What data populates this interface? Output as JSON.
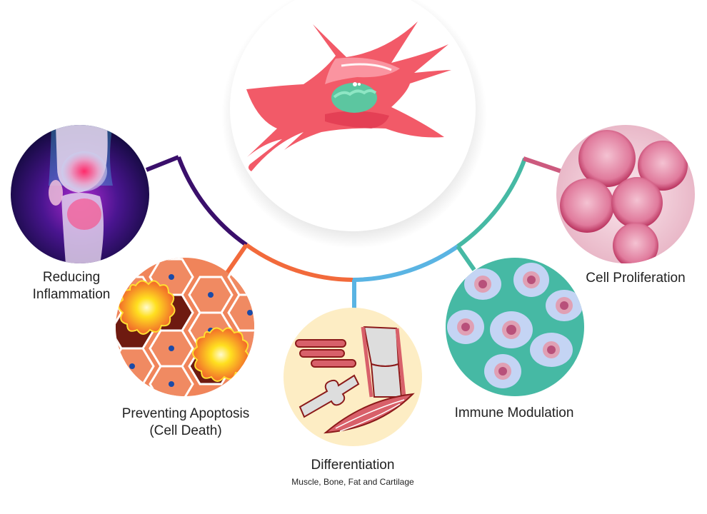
{
  "title": "Stem Cell Functions",
  "center": {
    "name": "stem-cell",
    "icon": "stem-cell-icon"
  },
  "colors": {
    "inflammation": "#3a0f6b",
    "apoptosis": "#f26a3b",
    "differentiation": "#5ab4e3",
    "immune": "#46b9a4",
    "proliferation": "#cc5a7e",
    "cell_body": "#f25a68",
    "nucleus": "#5cc6a0"
  },
  "nodes": [
    {
      "id": "inflammation",
      "label_line1": "Reducing",
      "label_line2": "Inflammation",
      "icon": "knee-joint-icon"
    },
    {
      "id": "apoptosis",
      "label_line1": "Preventing Apoptosis",
      "label_line2": "(Cell Death)",
      "icon": "apoptosis-cells-icon"
    },
    {
      "id": "differentiation",
      "label_line1": "Differentiation",
      "sublabel": "Muscle, Bone, Fat and Cartilage",
      "icon": "tissue-types-icon"
    },
    {
      "id": "immune",
      "label_line1": "Immune Modulation",
      "icon": "immune-cells-icon"
    },
    {
      "id": "proliferation",
      "label_line1": "Cell Proliferation",
      "icon": "dividing-cells-icon"
    }
  ]
}
